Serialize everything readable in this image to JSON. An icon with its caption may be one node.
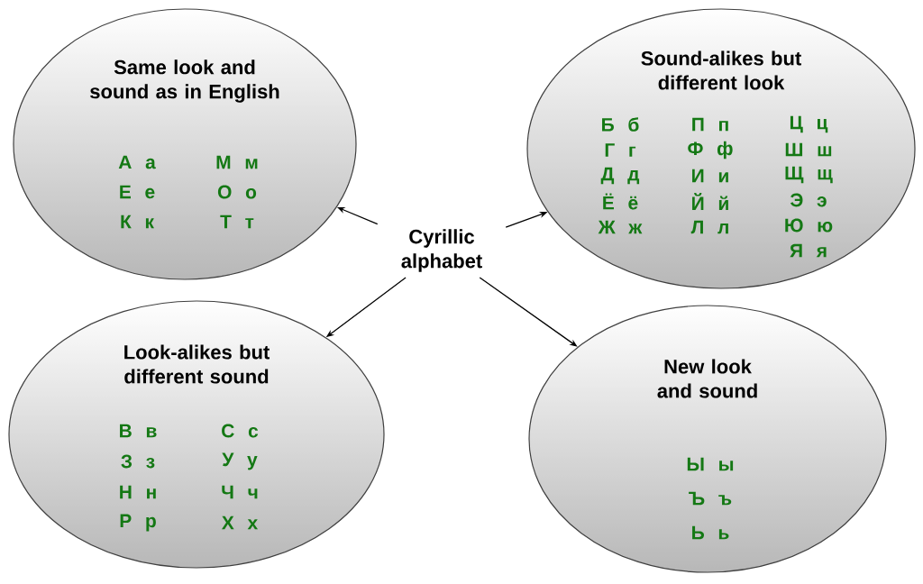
{
  "diagram": {
    "nodes": [
      {
        "text": [
          "Same look and sound as in English",
          "А а",
          "Е е",
          "К к",
          "М м",
          "О о",
          "Т т"
        ]
      },
      {
        "text": [
          "Sound-alikes but different look",
          "Б б",
          "Г г",
          "Д д",
          "Ё ё",
          "Ж ж",
          "П п",
          "Ф ф",
          "И и",
          "Й й",
          "Л л",
          "Ц ц",
          "Ш ш",
          "Щ щ",
          "Э э",
          "Ю ю",
          "Я я"
        ]
      },
      {
        "text": [
          "Cyrillic alphabet"
        ]
      },
      {
        "text": [
          "Look-alikes but different sound",
          "В в",
          "З з",
          "Н н",
          "Р р",
          "С с",
          "У у",
          "Ч ч",
          "Х х"
        ]
      },
      {
        "text": [
          "New look and sound",
          "Ы ы",
          "Ъ ъ",
          "Ь ь"
        ]
      }
    ],
    "edges": [
      {
        "from": 2,
        "to": 0,
        "arrow": "to"
      },
      {
        "from": 2,
        "to": 1,
        "arrow": "to"
      },
      {
        "from": 2,
        "to": 3,
        "arrow": "to"
      },
      {
        "from": 2,
        "to": 4,
        "arrow": "to"
      }
    ]
  }
}
